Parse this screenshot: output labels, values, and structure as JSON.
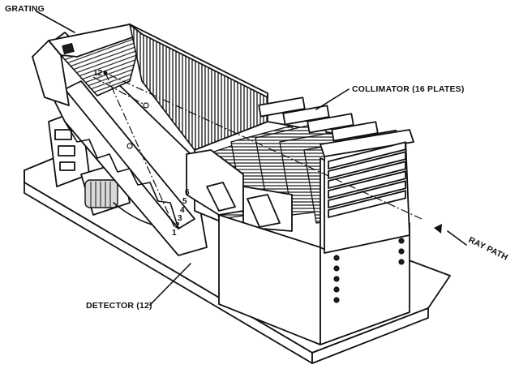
{
  "labels": {
    "grating": "GRATING",
    "collimator": "COLLIMATOR (16 PLATES)",
    "ray_path": "RAY PATH",
    "detector": "DETECTOR (12)"
  },
  "detector_numbers": [
    "6",
    "5",
    "4",
    "3",
    "2",
    "1"
  ],
  "grating_number": "12"
}
